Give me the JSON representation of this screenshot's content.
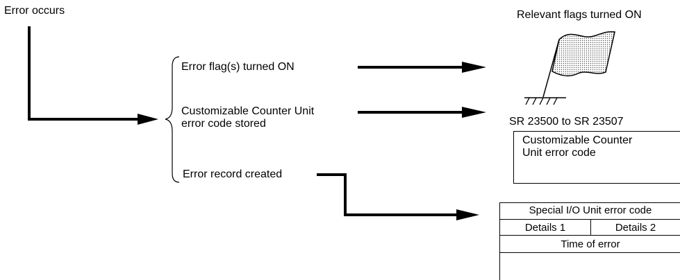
{
  "start": {
    "label": "Error occurs"
  },
  "actions": [
    {
      "label": "Error flag(s) turned ON"
    },
    {
      "label_line1": "Customizable Counter Unit",
      "label_line2": "error code stored"
    },
    {
      "label": "Error record created"
    }
  ],
  "flags": {
    "caption": "Relevant flags turned ON",
    "icon": "flag-icon"
  },
  "sr_area": {
    "range": "SR 23500 to SR 23507",
    "box_line1": "Customizable Counter",
    "box_line2": "Unit error code"
  },
  "error_record": {
    "header": "Special I/O Unit error code",
    "details_1": "Details 1",
    "details_2": "Details 2",
    "time": "Time of error"
  }
}
